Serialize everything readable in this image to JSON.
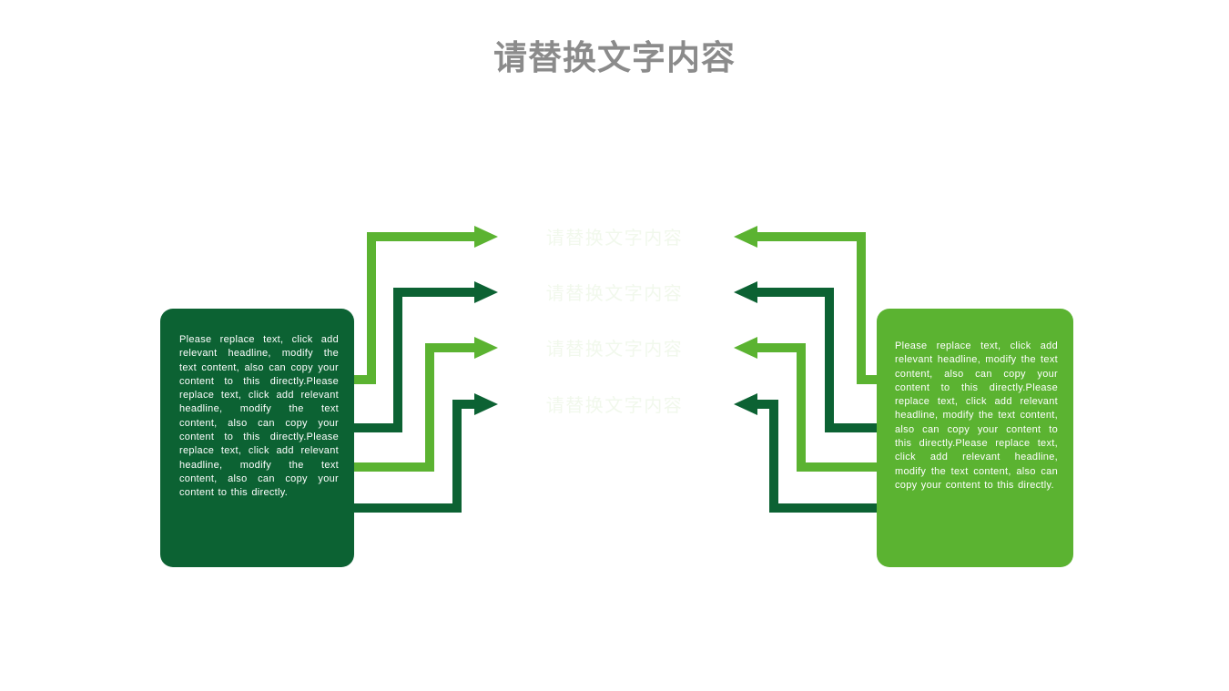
{
  "title": "请替换文字内容",
  "colors": {
    "light_green": "#5bb331",
    "dark_green": "#0c6233",
    "title_gray": "#8b8b8b",
    "bar_text": "#f1f8ec",
    "panel_text": "#ffffff"
  },
  "left_panel": {
    "text": "Please replace text, click add relevant headline, modify the text content, also can copy your content to this directly.Please replace text, click add relevant headline, modify the text content, also can copy your content to this directly.Please replace text, click add relevant headline, modify the text content, also can copy your content to this directly."
  },
  "right_panel": {
    "text": "Please replace text, click add relevant headline, modify the text content, also can copy your content to this directly.Please replace text, click add relevant headline, modify the text content, also can copy your content to this directly.Please replace text, click add relevant headline, modify the text content, also can copy your content to this directly."
  },
  "bars": [
    {
      "label": "请替换文字内容",
      "tone": "light"
    },
    {
      "label": "请替换文字内容",
      "tone": "dark"
    },
    {
      "label": "请替换文字内容",
      "tone": "light"
    },
    {
      "label": "请替换文字内容",
      "tone": "dark"
    }
  ]
}
